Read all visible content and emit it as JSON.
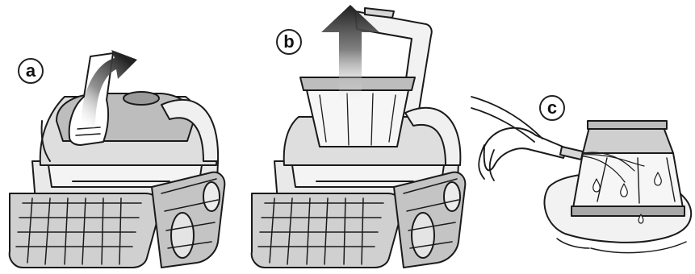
{
  "steps": [
    {
      "id": "a",
      "label": "a"
    },
    {
      "id": "b",
      "label": "b"
    },
    {
      "id": "c",
      "label": "c"
    }
  ],
  "colors": {
    "outline": "#1a1a1a",
    "body_light": "#e6e6e6",
    "body_mid": "#cfcfcf",
    "body_dark": "#a9a9a9",
    "basket_gray": "#d9d9d9",
    "water": "#f2f2f2"
  },
  "icons": {
    "arrow_a": "curved-up-arrow-icon",
    "arrow_b": "up-arrow-icon",
    "hand": "hand-icon",
    "hose": "water-hose-icon",
    "basket": "filter-basket-icon"
  }
}
